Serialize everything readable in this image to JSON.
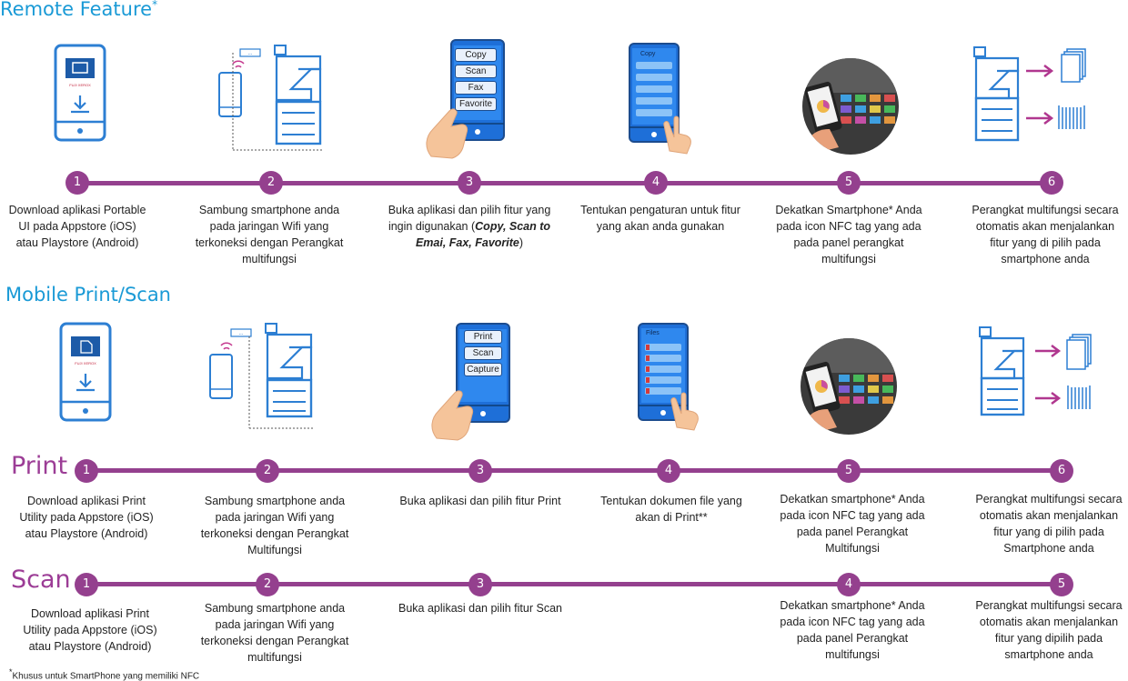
{
  "sections": {
    "remote_title": "Remote Feature",
    "remote_title_mark": "*",
    "mobile_title": "Mobile Print/Scan"
  },
  "rows": {
    "print_label": "Print",
    "scan_label": "Scan"
  },
  "remote_steps": [
    {
      "num": "1",
      "lines": [
        "Download aplikasi Portable",
        "UI pada Appstore (iOS)",
        "atau Playstore (Android)"
      ]
    },
    {
      "num": "2",
      "lines": [
        "Sambung smartphone anda",
        "pada jaringan Wifi yang",
        "terkoneksi dengan Perangkat",
        "multifungsi"
      ]
    },
    {
      "num": "3",
      "line1": "Buka aplikasi dan pilih fitur yang",
      "line2_prefix": "ingin digunakan (",
      "line2_em": "Copy, Scan to",
      "line3_em": "Emai, Fax, Favorite",
      "line3_suffix": ")"
    },
    {
      "num": "4",
      "lines": [
        "Tentukan pengaturan untuk fitur",
        "yang akan anda gunakan"
      ]
    },
    {
      "num": "5",
      "lines": [
        "Dekatkan Smartphone* Anda",
        "pada icon NFC tag yang ada",
        "pada panel perangkat",
        "multifungsi"
      ]
    },
    {
      "num": "6",
      "lines": [
        "Perangkat multifungsi secara",
        "otomatis akan menjalankan",
        "fitur yang di pilih pada",
        "smartphone anda"
      ]
    }
  ],
  "print_steps": [
    {
      "num": "1",
      "lines": [
        "Download aplikasi Print",
        "Utility pada Appstore (iOS)",
        "atau Playstore (Android)"
      ]
    },
    {
      "num": "2",
      "lines": [
        "Sambung smartphone anda",
        "pada jaringan Wifi yang",
        "terkoneksi dengan Perangkat",
        "Multifungsi"
      ]
    },
    {
      "num": "3",
      "lines": [
        "Buka aplikasi dan pilih fitur Print"
      ]
    },
    {
      "num": "4",
      "lines": [
        "Tentukan dokumen file yang",
        "akan di Print**"
      ]
    },
    {
      "num": "5",
      "lines": [
        "Dekatkan smartphone* Anda",
        "pada icon NFC tag yang ada",
        "pada panel Perangkat",
        "Multifungsi"
      ]
    },
    {
      "num": "6",
      "lines": [
        "Perangkat multifungsi secara",
        "otomatis akan menjalankan",
        "fitur yang di pilih pada",
        "Smartphone anda"
      ]
    }
  ],
  "scan_steps": [
    {
      "num": "1",
      "lines": [
        "Download aplikasi Print",
        "Utility pada Appstore (iOS)",
        "atau Playstore (Android)"
      ]
    },
    {
      "num": "2",
      "lines": [
        "Sambung smartphone anda",
        "pada jaringan Wifi yang",
        "terkoneksi dengan Perangkat",
        "multifungsi"
      ]
    },
    {
      "num": "3",
      "lines": [
        "Buka aplikasi dan pilih fitur Scan"
      ]
    },
    {
      "num": "4",
      "lines": [
        "Dekatkan smartphone* Anda",
        "pada icon NFC tag yang ada",
        "pada panel Perangkat",
        "multifungsi"
      ]
    },
    {
      "num": "5",
      "lines": [
        "Perangkat multifungsi secara",
        "otomatis akan menjalankan",
        "fitur yang dipilih pada",
        "smartphone anda"
      ]
    }
  ],
  "remote_menu": [
    "Copy",
    "Scan",
    "Fax",
    "Favorite"
  ],
  "remote_settings_header": "Copy",
  "mobile_menu": [
    "Print",
    "Scan",
    "Capture"
  ],
  "mobile_files_header": "Files",
  "app_logo_text": "FUJI XEROX",
  "footnote": {
    "mark": "*",
    "text": "Khusus untuk SmartPhone yang memiliki NFC"
  },
  "colors": {
    "accent_blue": "#1a9ad6",
    "icon_blue": "#2d7fd3",
    "timeline_purple": "#94408e",
    "arrow_magenta": "#b0378f"
  }
}
